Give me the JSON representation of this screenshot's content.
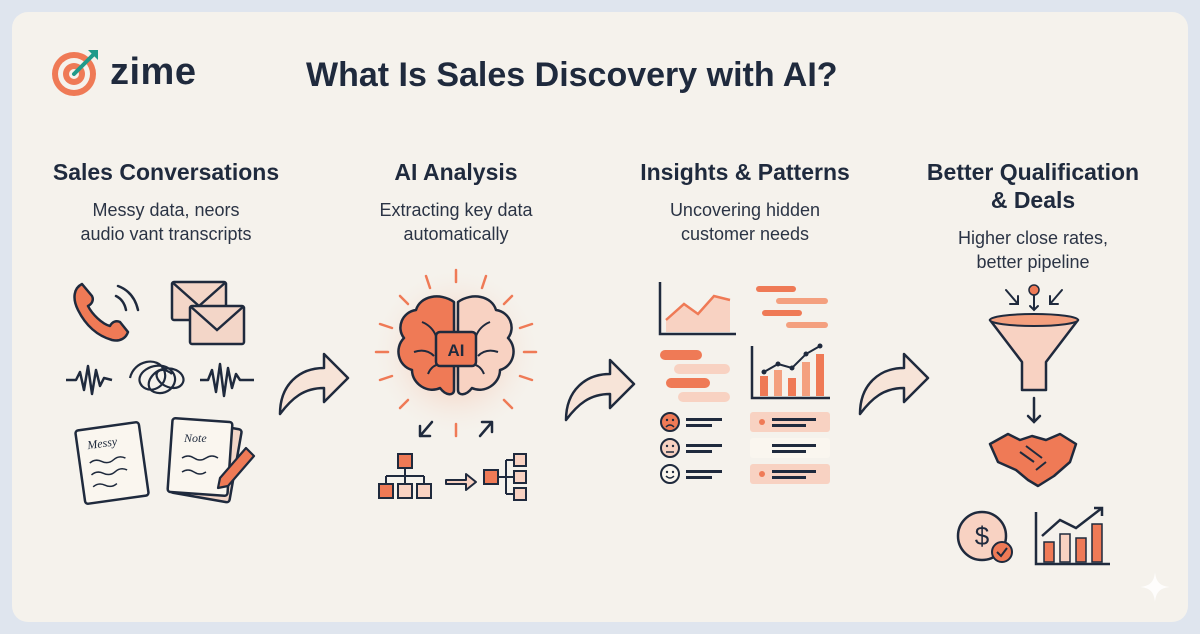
{
  "brand": {
    "name": "zime"
  },
  "title": "What Is Sales Discovery with AI?",
  "steps": [
    {
      "title": "Sales Conversations",
      "subtitle": [
        "Messy data, neors",
        "audio vant transcripts"
      ]
    },
    {
      "title": "AI Analysis",
      "subtitle": [
        "Extracting key data",
        "automatically"
      ],
      "badge": "AI"
    },
    {
      "title": "Insights & Patterns",
      "subtitle": [
        "Uncovering hidden",
        "customer needs"
      ]
    },
    {
      "title": [
        "Better Qualification",
        "& Deals"
      ],
      "subtitle": [
        "Higher close rates,",
        "better pipeline"
      ]
    }
  ],
  "doc_labels": {
    "messy": "Messy",
    "note": "Note"
  },
  "colors": {
    "accent": "#ef7a56",
    "accent_light": "#f8d2c2",
    "ink": "#1f2a3d",
    "background": "#f5f2ec"
  }
}
